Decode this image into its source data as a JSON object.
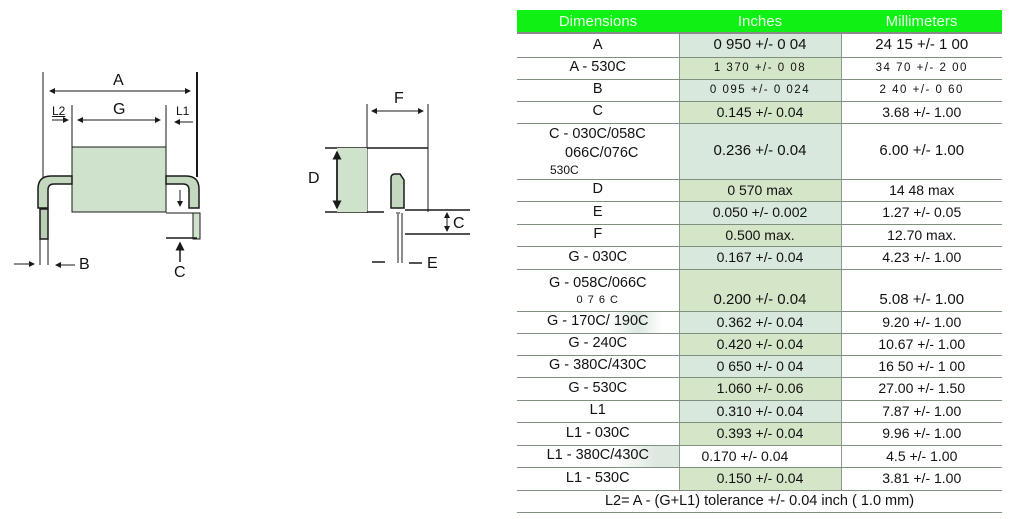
{
  "diagram": {
    "front_view": {
      "labels": {
        "A": "A",
        "G": "G",
        "L1": "L1",
        "L2": "L2",
        "B": "B",
        "C": "C"
      }
    },
    "side_view": {
      "labels": {
        "F": "F",
        "D": "D",
        "C": "C",
        "E": "E"
      }
    },
    "colors": {
      "body_fill": "#cfe3cc",
      "line": "#1a1a1a"
    }
  },
  "table": {
    "header_color": "#0ff014",
    "columns": [
      "Dimensions",
      "Inches",
      "Millimeters"
    ],
    "rows": [
      {
        "dimension": "A",
        "inches": "0 950 +/- 0 04",
        "mm": "24 15 +/- 1 00"
      },
      {
        "dimension": "A - 530C",
        "inches": "1 370 +/- 0 08",
        "mm": "34 70 +/- 2 00"
      },
      {
        "dimension": "B",
        "inches": "0 095 +/- 0 024",
        "mm": "2 40 +/- 0 60"
      },
      {
        "dimension": "C",
        "inches": "0.145 +/- 0.04",
        "mm": "3.68 +/- 1.00"
      },
      {
        "dimension_lines": [
          "C - 030C/058C",
          "066C/076C",
          "530C"
        ],
        "inches": "0.236 +/- 0.04",
        "mm": "6.00 +/- 1.00"
      },
      {
        "dimension": "D",
        "inches": "0 570 max",
        "mm": "14 48 max"
      },
      {
        "dimension": "E",
        "inches": "0.050 +/- 0.002",
        "mm": "1.27 +/- 0.05"
      },
      {
        "dimension": "F",
        "inches": "0.500 max.",
        "mm": "12.70 max."
      },
      {
        "dimension": "G - 030C",
        "inches": "0.167 +/- 0.04",
        "mm": "4.23 +/- 1.00"
      },
      {
        "dimension_lines": [
          "G - 058C/066C",
          "0 7 6 C"
        ],
        "inches": "0.200 +/- 0.04",
        "mm": "5.08 +/- 1.00"
      },
      {
        "dimension": "G - 170C/ 190C",
        "inches": "0.362 +/- 0.04",
        "mm": "9.20 +/- 1.00"
      },
      {
        "dimension": "G - 240C",
        "inches": "0.420 +/- 0.04",
        "mm": "10.67 +/- 1.00"
      },
      {
        "dimension": "G - 380C/430C",
        "inches": "0 650 +/- 0 04",
        "mm": "16 50 +/- 1 00"
      },
      {
        "dimension": "G - 530C",
        "inches": "1.060 +/- 0.06",
        "mm": "27.00 +/- 1.50"
      },
      {
        "dimension": "L1",
        "inches": "0.310 +/- 0.04",
        "mm": "7.87 +/- 1.00"
      },
      {
        "dimension": "L1 - 030C",
        "inches": "0.393 +/- 0.04",
        "mm": "9.96 +/- 1.00"
      },
      {
        "dimension": "L1 - 380C/430C",
        "inches": "0.170 +/- 0.04",
        "mm": "4.5 +/- 1.00"
      },
      {
        "dimension": "L1 - 530C",
        "inches": "0.150 +/- 0.04",
        "mm": "3.81 +/- 1.00"
      }
    ],
    "footnote": "L2= A - (G+L1) tolerance +/- 0.04 inch ( 1.0 mm)"
  }
}
